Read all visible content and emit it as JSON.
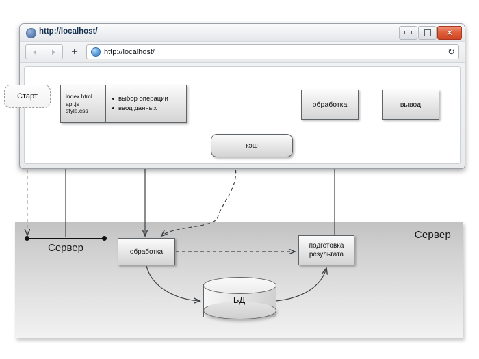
{
  "browser": {
    "title": "http://localhost/",
    "favicon": "globe-icon",
    "window_controls": {
      "minimize": "minimize-icon",
      "maximize": "maximize-icon",
      "close": "✕"
    },
    "toolbar": {
      "back": "back-arrow-icon",
      "forward": "forward-arrow-icon",
      "new_tab": "+",
      "url_favicon": "globe-icon",
      "url": "http://localhost/",
      "reload": "↻"
    }
  },
  "diagram": {
    "start": {
      "label": "Старт"
    },
    "page": {
      "files": [
        "index.html",
        "api.js",
        "style.css"
      ],
      "actions": [
        "выбор операции",
        "ввод данных"
      ]
    },
    "cache": {
      "label": "кэш"
    },
    "client_process": {
      "label": "обработка"
    },
    "output": {
      "label": "вывод"
    },
    "server_process": {
      "label": "обработка"
    },
    "prepare_result": {
      "label": "подготовка результата"
    },
    "database": {
      "label": "БД"
    },
    "server_lifeline_label": "Сервер",
    "server_region_label": "Сервер"
  },
  "colors": {
    "close_button": "#cf4526",
    "node_stroke": "#5f6468",
    "wire": "#3d4145",
    "server_band_top": "#c2c2c2"
  }
}
